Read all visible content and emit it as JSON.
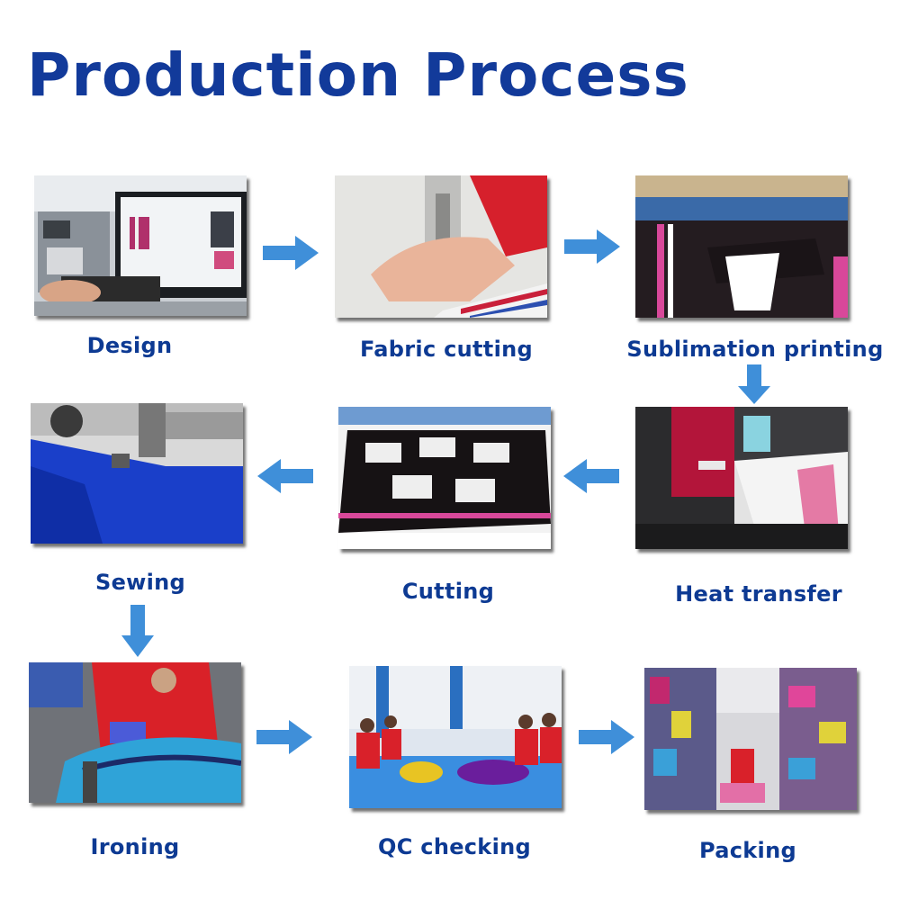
{
  "title": "Production Process",
  "arrow_color": "#3f8fd9",
  "steps": [
    {
      "label": "Design",
      "photo": "designer at computer workstation"
    },
    {
      "label": "Fabric cutting",
      "photo": "hand guiding fabric under machine"
    },
    {
      "label": "Sublimation printing",
      "photo": "printed fabric on printer bed"
    },
    {
      "label": "Heat transfer",
      "photo": "red heat press machine"
    },
    {
      "label": "Cutting",
      "photo": "cut pattern pieces on table"
    },
    {
      "label": "Sewing",
      "photo": "sewing machine with blue fabric"
    },
    {
      "label": "Ironing",
      "photo": "worker ironing blue garment"
    },
    {
      "label": "QC checking",
      "photo": "workers inspecting garments on floor"
    },
    {
      "label": "Packing",
      "photo": "warehouse shelves with packed goods"
    }
  ]
}
